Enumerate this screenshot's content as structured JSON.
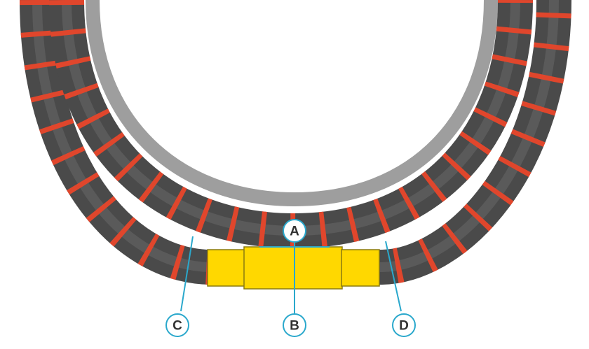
{
  "colors": {
    "hose": "#4a4a4a",
    "hose_highlight": "#6f6f6f",
    "stripe": "#e0462c",
    "inner_ring": "#9e9e9e",
    "connector": "#ffd800",
    "connector_outline": "#8a7a10",
    "callout": "#2aa8cc",
    "callout_text": "#333333"
  },
  "labels": {
    "a": "A",
    "b": "B",
    "c": "C",
    "d": "D"
  }
}
